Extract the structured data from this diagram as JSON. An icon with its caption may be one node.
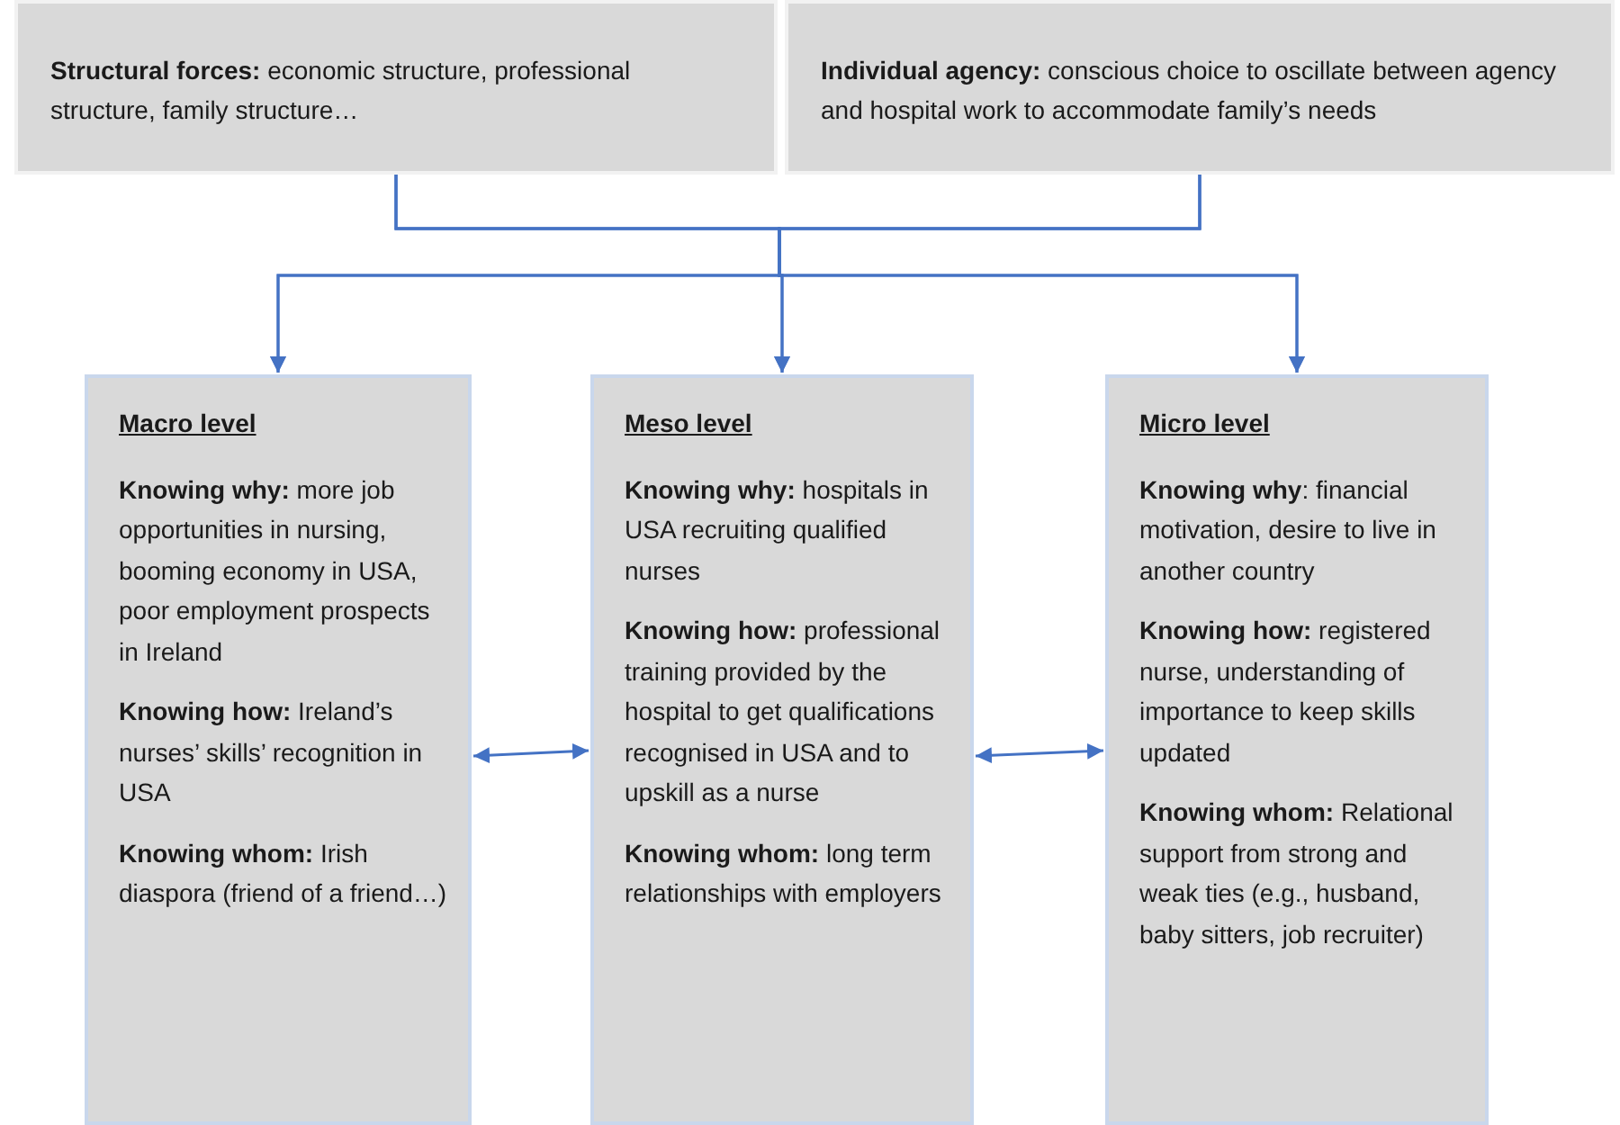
{
  "diagram": {
    "nodes": [
      {
        "text": [
          "**Structural forces:** economic structure, professional structure, family structure…"
        ]
      },
      {
        "text": [
          "**Individual agency:** conscious choice to oscillate between agency and hospital work to accommodate family’s needs"
        ]
      },
      {
        "text": [
          "Macro level",
          "**Knowing why:** more job opportunities in nursing, booming economy in USA, poor employment prospects in Ireland",
          "**Knowing how:**  Ireland’s nurses’ skills’ recognition in USA",
          "**Knowing whom:** Irish diaspora (friend of a friend…)"
        ]
      },
      {
        "text": [
          "Meso level",
          "**Knowing why:** hospitals in USA recruiting qualified nurses",
          "**Knowing how:** professional training provided by the hospital to get qualifications recognised in USA and to upskill as a nurse",
          "**Knowing whom:** long term relationships with employers"
        ]
      },
      {
        "text": [
          "Micro level",
          "**Knowing why**: financial motivation, desire to live in another country",
          "**Knowing how:** registered nurse, understanding of importance to keep skills updated",
          "**Knowing whom:** Relational support from strong and weak ties (e.g., husband, baby sitters, job recruiter)"
        ]
      }
    ],
    "edges": [
      {
        "from": 0,
        "to": 2,
        "arrow": "to"
      },
      {
        "from": 0,
        "to": 3,
        "arrow": "to"
      },
      {
        "from": 0,
        "to": 4,
        "arrow": "to"
      },
      {
        "from": 1,
        "to": 2,
        "arrow": "to"
      },
      {
        "from": 1,
        "to": 3,
        "arrow": "to"
      },
      {
        "from": 1,
        "to": 4,
        "arrow": "to"
      },
      {
        "from": 2,
        "to": 3,
        "arrow": "both"
      },
      {
        "from": 3,
        "to": 4,
        "arrow": "both"
      }
    ]
  }
}
